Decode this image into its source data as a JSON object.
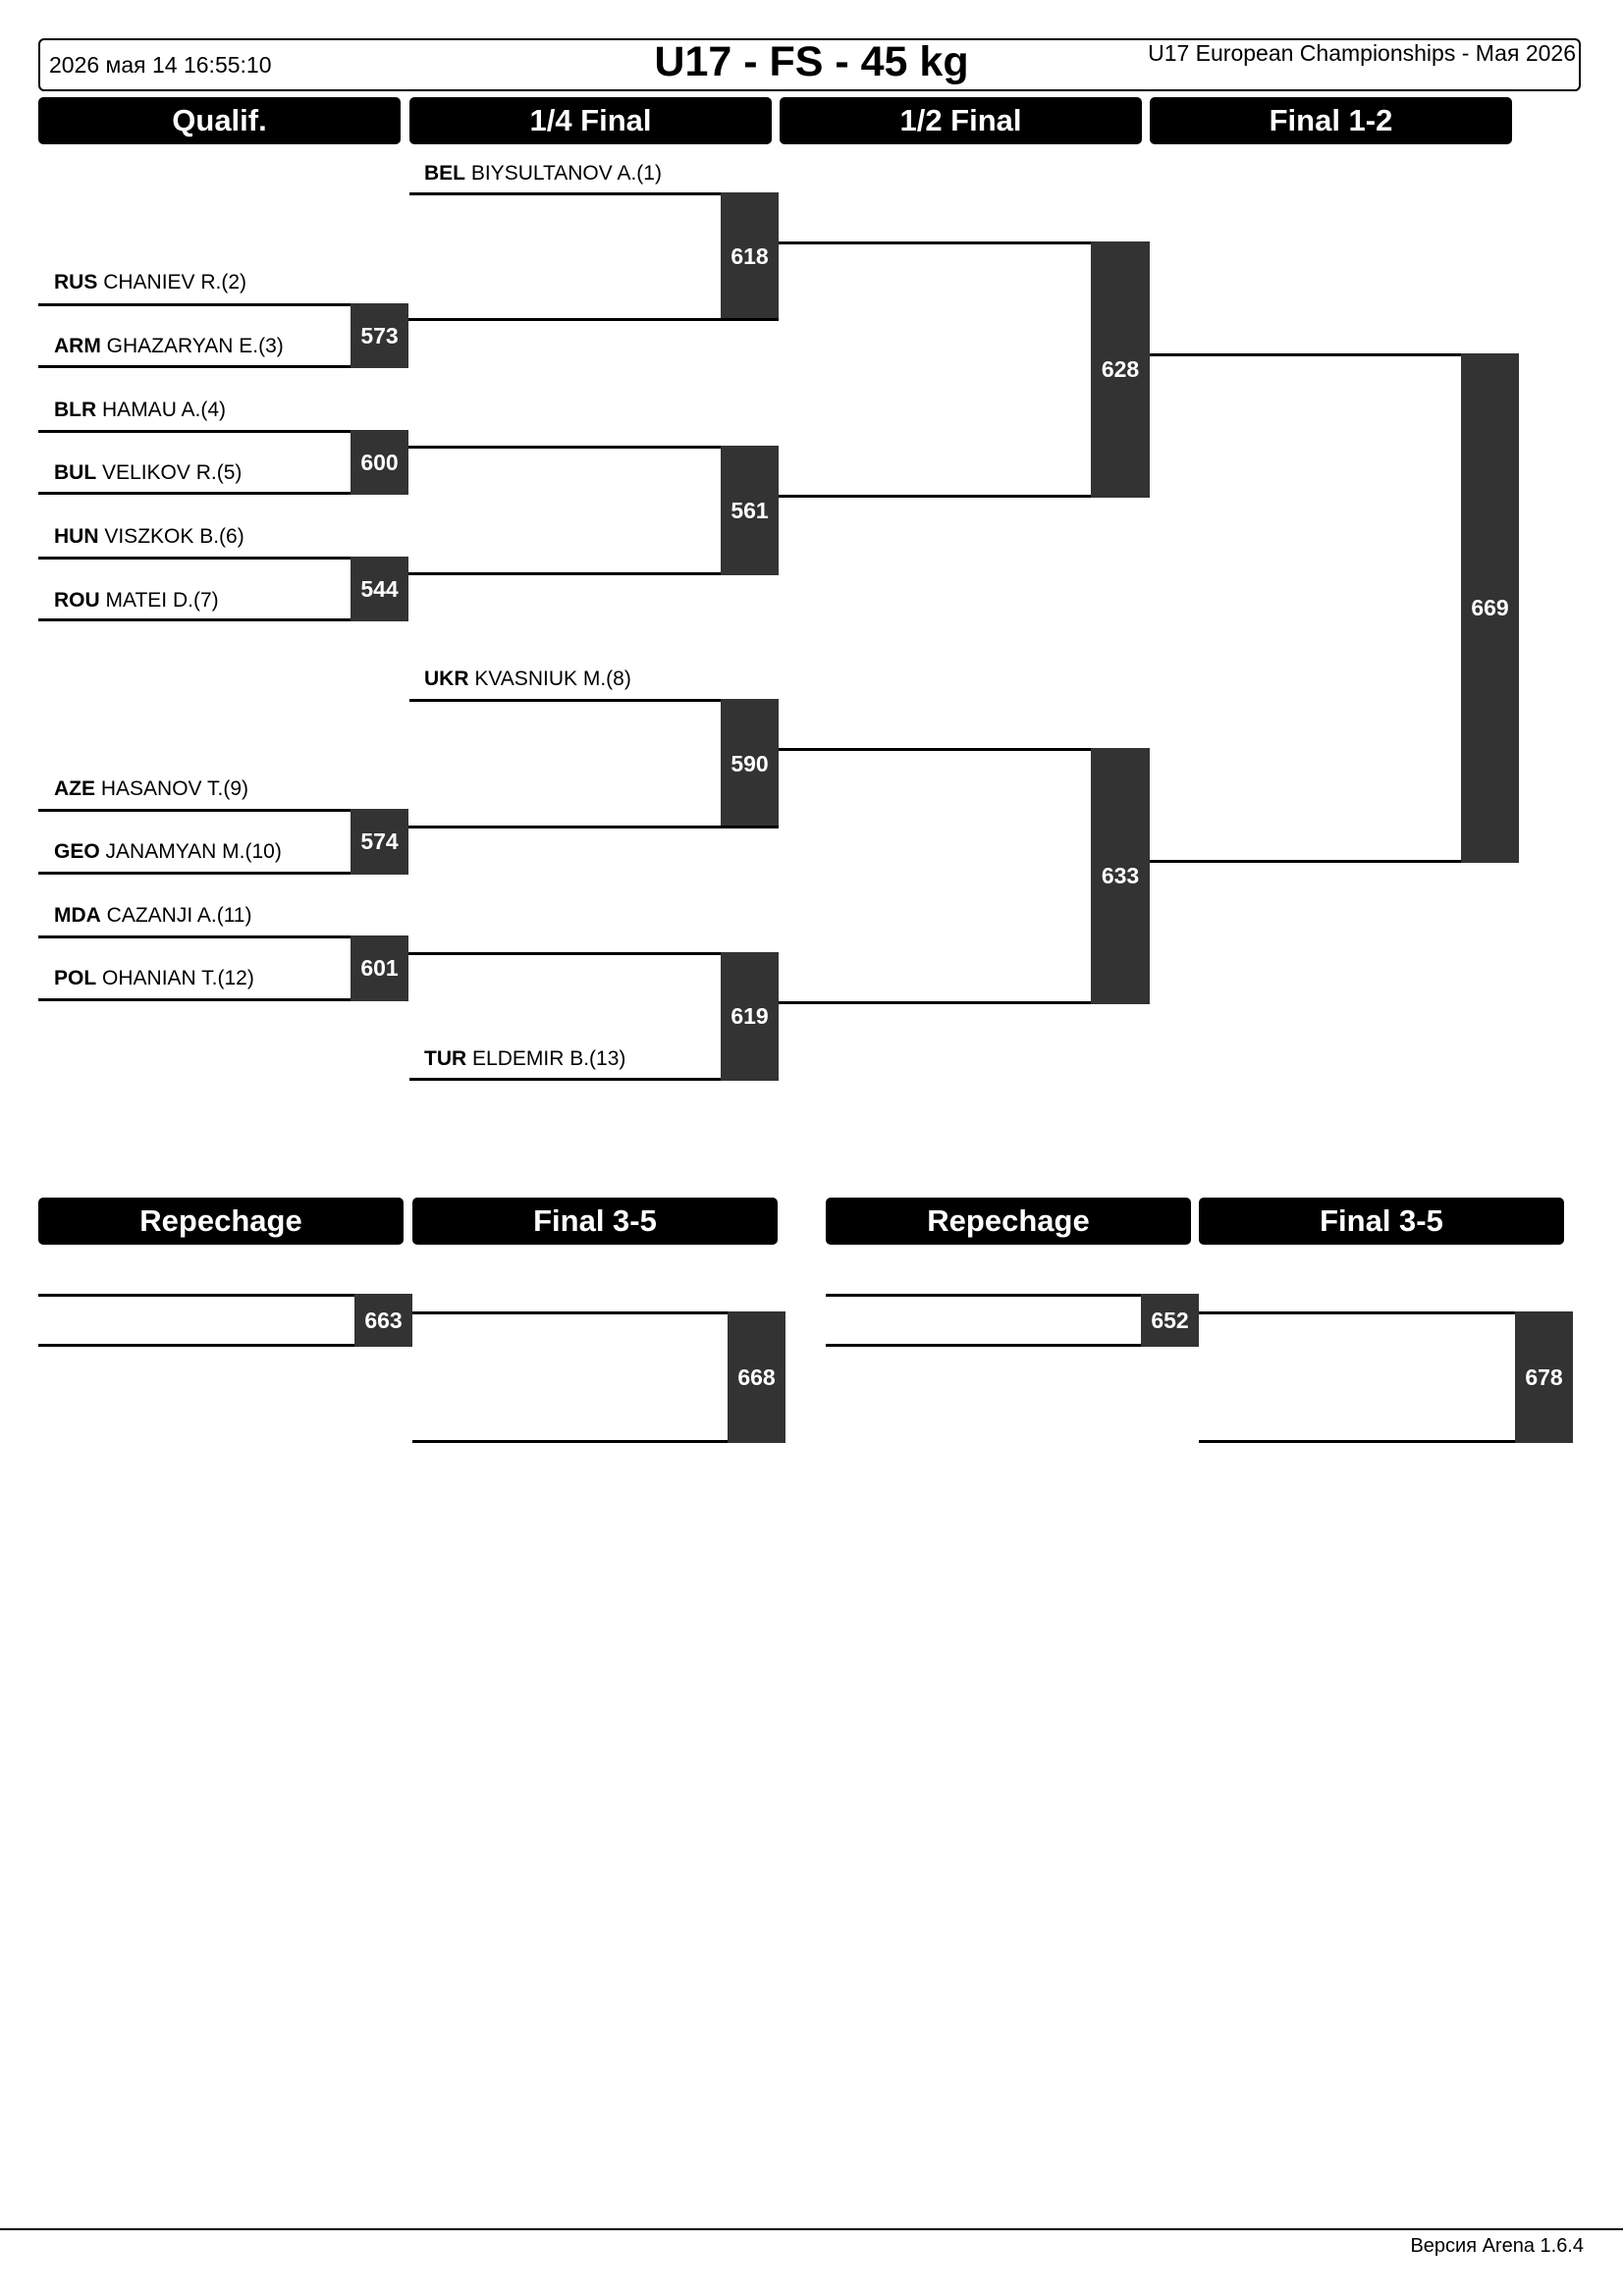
{
  "header": {
    "datetime": "2026 мая 14 16:55:10",
    "title": "U17 - FS - 45 kg",
    "event": "U17 European Championships - Мая 2026"
  },
  "rounds": [
    "Qualif.",
    "1/4 Final",
    "1/2 Final",
    "Final 1-2"
  ],
  "wrestlers": [
    {
      "country": "BEL",
      "name": "BIYSULTANOV A.(1)"
    },
    {
      "country": "RUS",
      "name": "CHANIEV R.(2)"
    },
    {
      "country": "ARM",
      "name": "GHAZARYAN E.(3)"
    },
    {
      "country": "BLR",
      "name": "HAMAU A.(4)"
    },
    {
      "country": "BUL",
      "name": "VELIKOV R.(5)"
    },
    {
      "country": "HUN",
      "name": "VISZKOK B.(6)"
    },
    {
      "country": "ROU",
      "name": "MATEI D.(7)"
    },
    {
      "country": "UKR",
      "name": "KVASNIUK M.(8)"
    },
    {
      "country": "AZE",
      "name": "HASANOV T.(9)"
    },
    {
      "country": "GEO",
      "name": "JANAMYAN M.(10)"
    },
    {
      "country": "MDA",
      "name": "CAZANJI A.(11)"
    },
    {
      "country": "POL",
      "name": "OHANIAN T.(12)"
    },
    {
      "country": "TUR",
      "name": "ELDEMIR B.(13)"
    }
  ],
  "bouts": {
    "q1": "573",
    "q2": "600",
    "q3": "544",
    "q4": "574",
    "q5": "601",
    "qf1": "618",
    "qf2": "561",
    "qf3": "590",
    "qf4": "619",
    "sf1": "628",
    "sf2": "633",
    "final": "669",
    "rep_left": "663",
    "f35_left": "668",
    "rep_right": "652",
    "f35_right": "678"
  },
  "repechage": {
    "left": {
      "repechage_label": "Repechage",
      "final_label": "Final 3-5"
    },
    "right": {
      "repechage_label": "Repechage",
      "final_label": "Final 3-5"
    }
  },
  "footer": {
    "version": "Версия Arena 1.6.4"
  }
}
